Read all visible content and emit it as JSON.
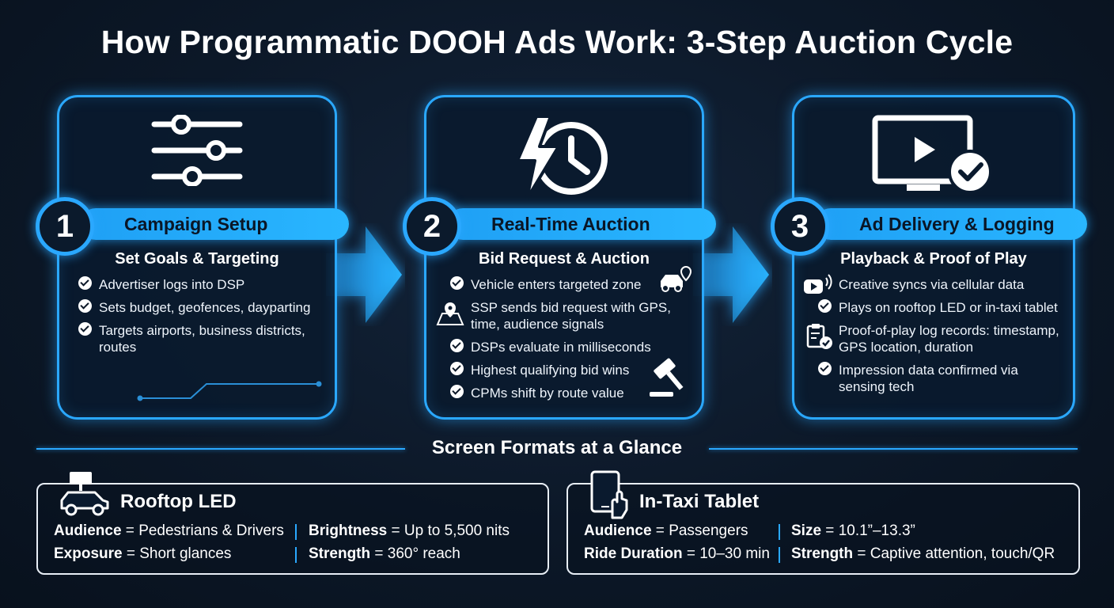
{
  "title": "How Programmatic DOOH Ads Work: 3-Step Auction Cycle",
  "colors": {
    "accent": "#2aa8ff",
    "background": "#0c1828",
    "text": "#ffffff"
  },
  "steps": [
    {
      "number": "1",
      "name": "Campaign Setup",
      "subtitle": "Set Goals & Targeting",
      "icon": "sliders-icon",
      "items": [
        {
          "text": "Advertiser logs into DSP",
          "icon": "check-icon"
        },
        {
          "text": "Sets budget, geofences, dayparting",
          "icon": "check-icon"
        },
        {
          "text": "Targets airports, business districts, routes",
          "icon": "check-icon"
        }
      ]
    },
    {
      "number": "2",
      "name": "Real-Time Auction",
      "subtitle": "Bid Request & Auction",
      "icon": "lightning-clock-icon",
      "items": [
        {
          "text": "Vehicle enters targeted zone",
          "icon": "check-icon"
        },
        {
          "text": "SSP sends bid request with GPS, time, audience signals",
          "icon": "map-pin-icon"
        },
        {
          "text": "DSPs evaluate in milliseconds",
          "icon": "check-icon"
        },
        {
          "text": "Highest qualifying bid wins",
          "icon": "check-icon"
        },
        {
          "text": "CPMs shift by route value",
          "icon": "check-icon"
        }
      ]
    },
    {
      "number": "3",
      "name": "Ad Delivery & Logging",
      "subtitle": "Playback & Proof of Play",
      "icon": "monitor-check-icon",
      "items": [
        {
          "text": "Creative syncs via cellular data",
          "icon": "play-signal-icon"
        },
        {
          "text": "Plays on rooftop LED or in-taxi tablet",
          "icon": "check-icon"
        },
        {
          "text": "Proof-of-play log records: timestamp, GPS location, duration",
          "icon": "clipboard-check-icon"
        },
        {
          "text": "Impression data confirmed via sensing tech",
          "icon": "check-icon"
        }
      ]
    }
  ],
  "formats_section": {
    "title": "Screen Formats at a Glance",
    "formats": [
      {
        "name": "Rooftop LED",
        "icon": "car-rooftop-icon",
        "rows": [
          [
            {
              "key": "Audience",
              "value": "Pedestrians & Drivers"
            },
            {
              "key": "Brightness",
              "value": "Up to 5,500 nits"
            }
          ],
          [
            {
              "key": "Exposure",
              "value": "Short glances"
            },
            {
              "key": "Strength",
              "value": "360° reach"
            }
          ]
        ]
      },
      {
        "name": "In-Taxi Tablet",
        "icon": "tablet-hand-icon",
        "rows": [
          [
            {
              "key": "Audience",
              "value": "Passengers"
            },
            {
              "key": "Size",
              "value": "10.1”–13.3”"
            }
          ],
          [
            {
              "key": "Ride Duration",
              "value": "10–30 min"
            },
            {
              "key": "Strength",
              "value": "Captive attention, touch/QR"
            }
          ]
        ]
      }
    ]
  }
}
